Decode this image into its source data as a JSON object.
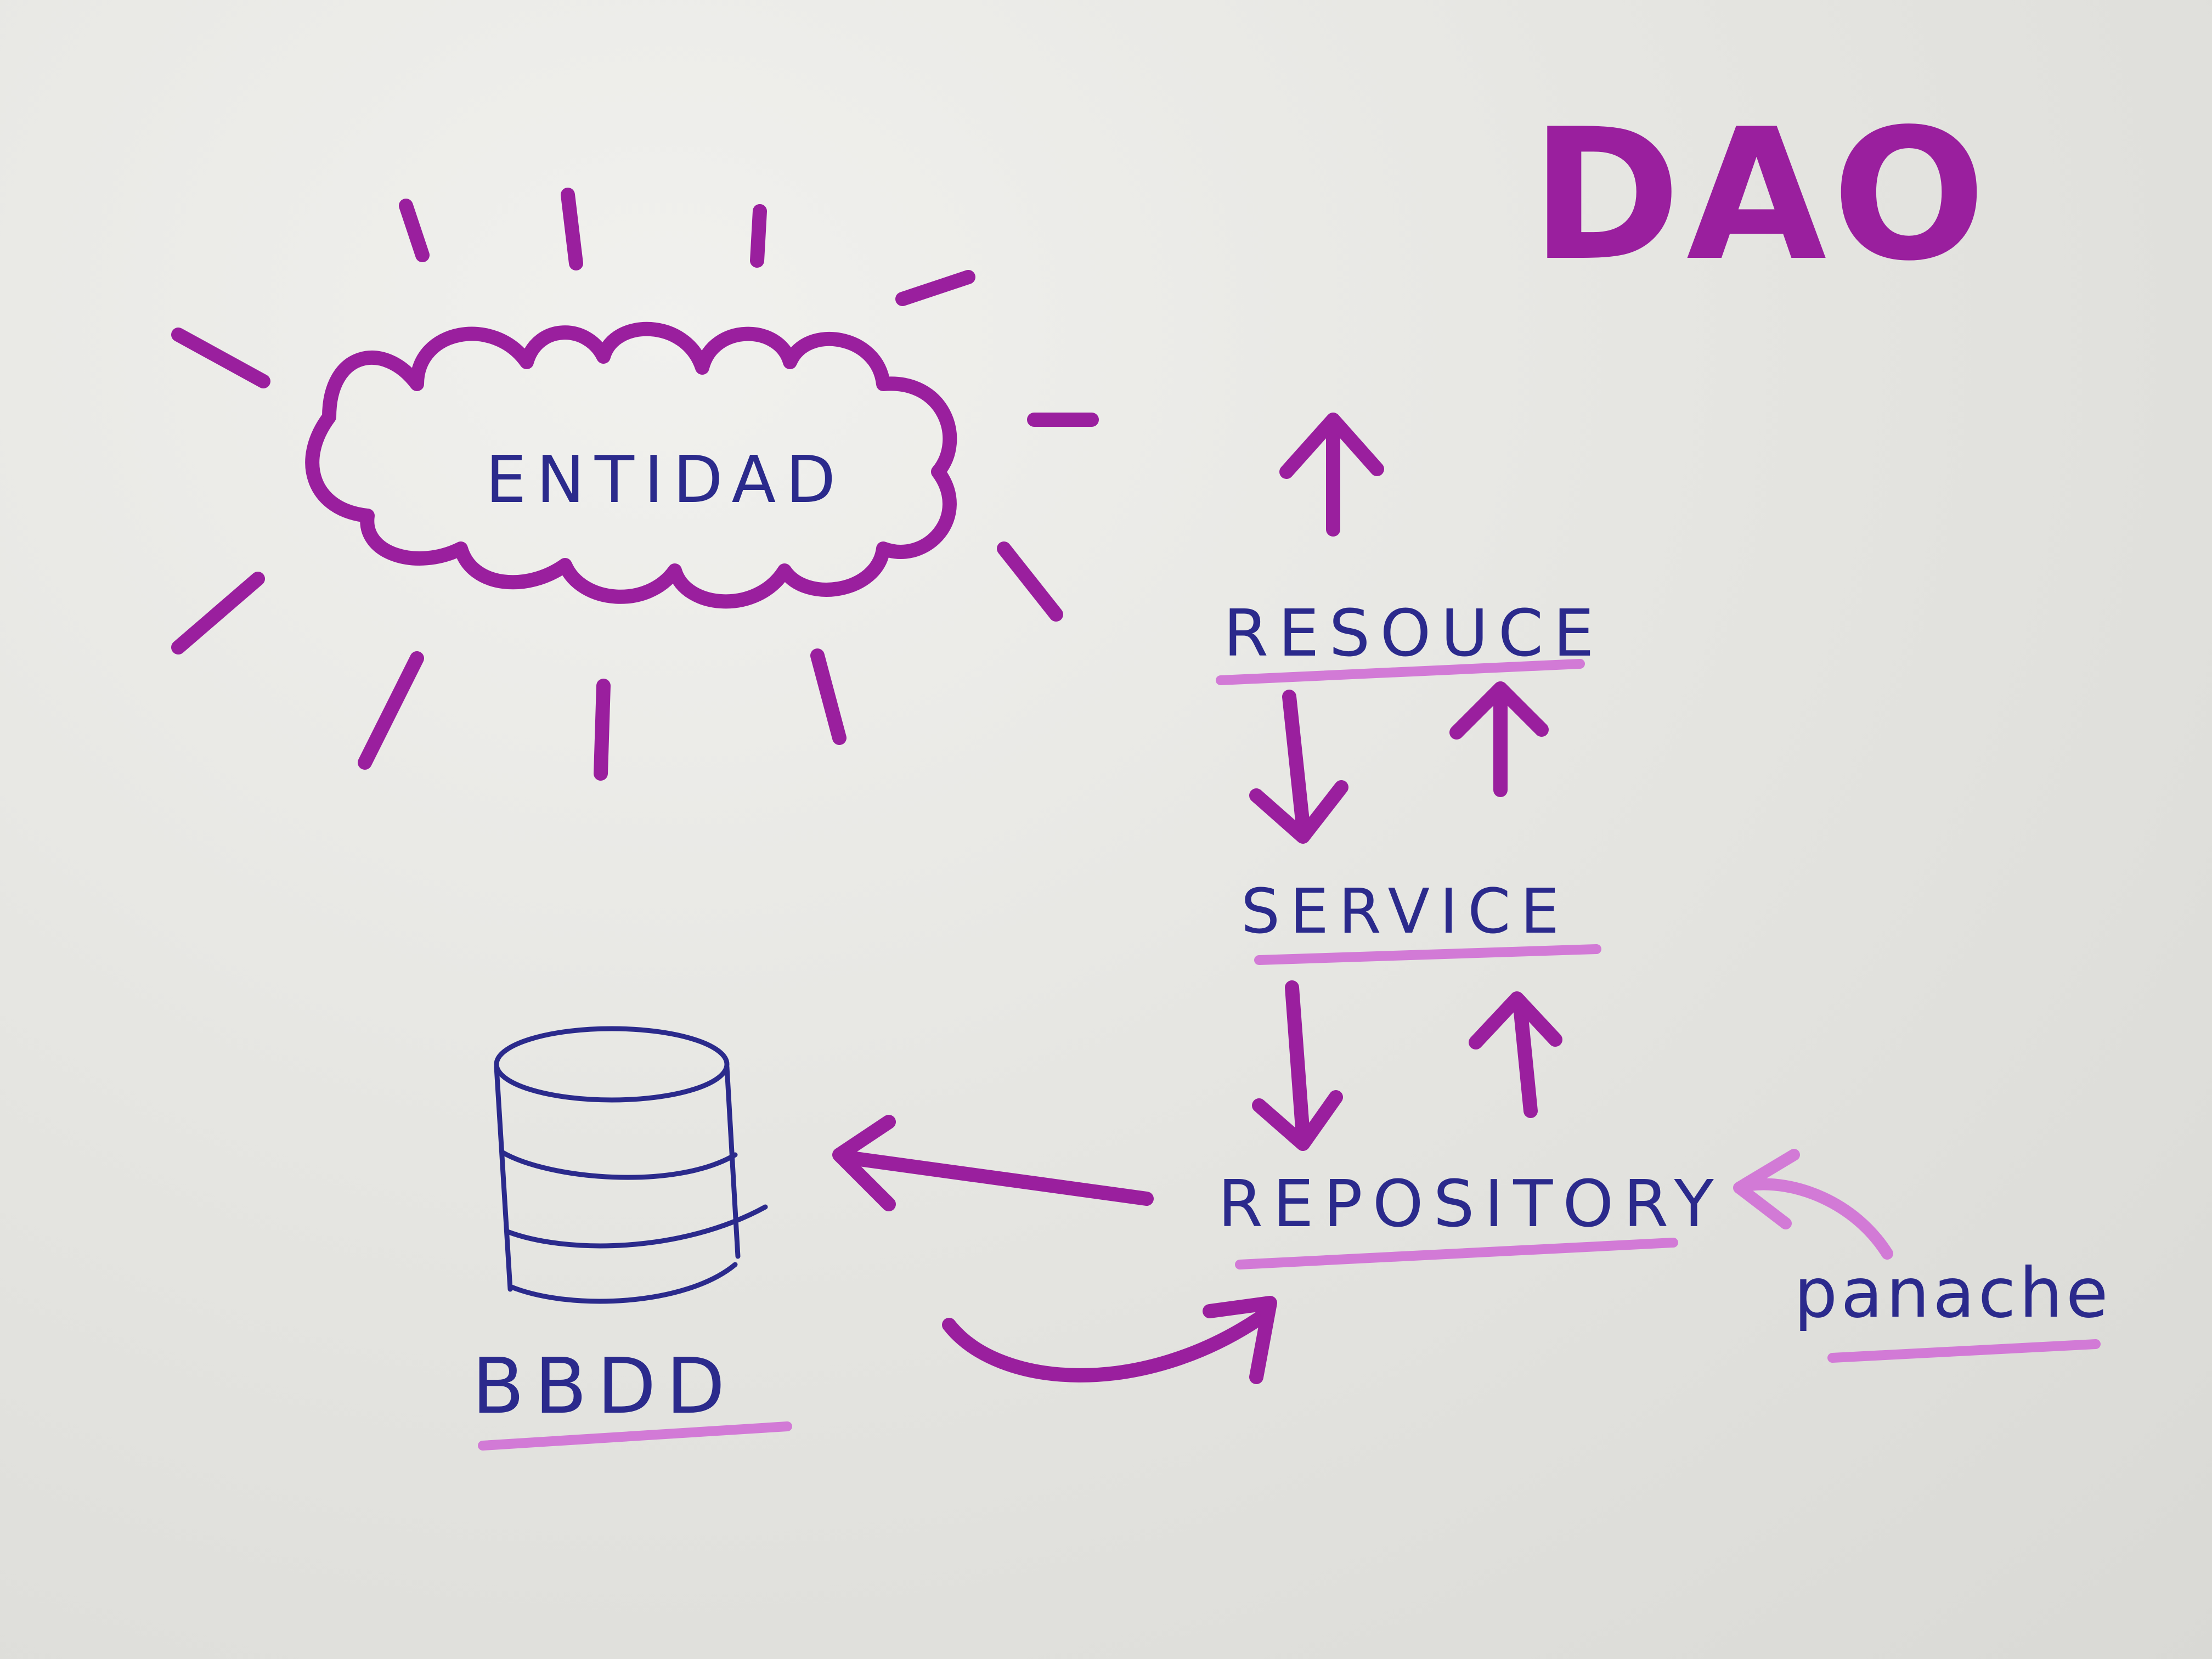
{
  "title": "DAO",
  "entity": {
    "label": "ENTIDAD"
  },
  "layers": {
    "resource": "RESOUCE",
    "service": "SERVICE",
    "repository": "REPOSITORY"
  },
  "database": {
    "label": "BBDD"
  },
  "library": {
    "label": "panache"
  },
  "colors": {
    "marker": "#9a1f9e",
    "highlight": "#d27ad6",
    "pen": "#2b2a8c",
    "paper": "#e4e4e1"
  }
}
